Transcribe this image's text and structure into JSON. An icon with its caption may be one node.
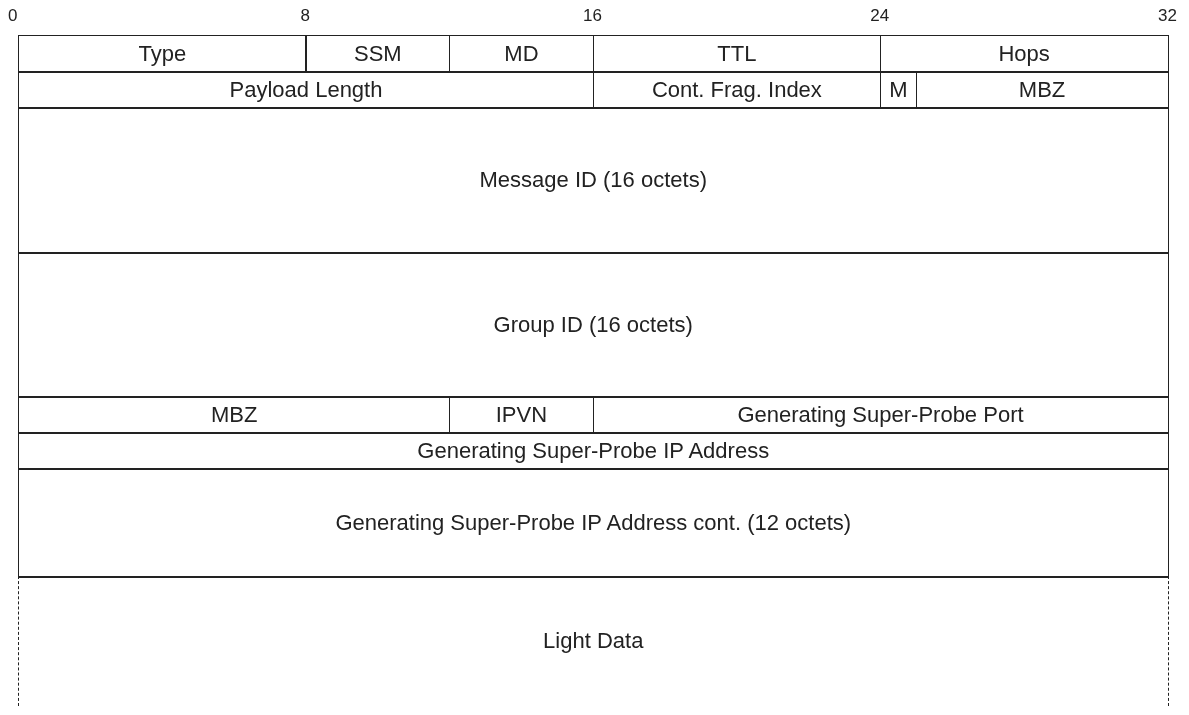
{
  "diagram": {
    "nodes": [
      {
        "text": [
          "Type"
        ]
      },
      {
        "text": [
          "SSM"
        ]
      },
      {
        "text": [
          "MD"
        ]
      },
      {
        "text": [
          "TTL"
        ]
      },
      {
        "text": [
          "Hops"
        ]
      },
      {
        "text": [
          "Payload Length"
        ]
      },
      {
        "text": [
          "Cont. Frag. Index"
        ]
      },
      {
        "text": [
          "M"
        ]
      },
      {
        "text": [
          "MBZ"
        ]
      },
      {
        "text": [
          "Message ID (16 octets)"
        ]
      },
      {
        "text": [
          "Group ID (16 octets)"
        ]
      },
      {
        "text": [
          "MBZ"
        ]
      },
      {
        "text": [
          "IPVN"
        ]
      },
      {
        "text": [
          "Generating Super-Probe Port"
        ]
      },
      {
        "text": [
          "Generating Super-Probe IP Address"
        ]
      },
      {
        "text": [
          "Generating Super-Probe IP Address cont. (12 octets)"
        ]
      },
      {
        "text": [
          "Light Data"
        ]
      }
    ],
    "labels": [
      "0",
      "8",
      "16",
      "24",
      "32"
    ]
  }
}
